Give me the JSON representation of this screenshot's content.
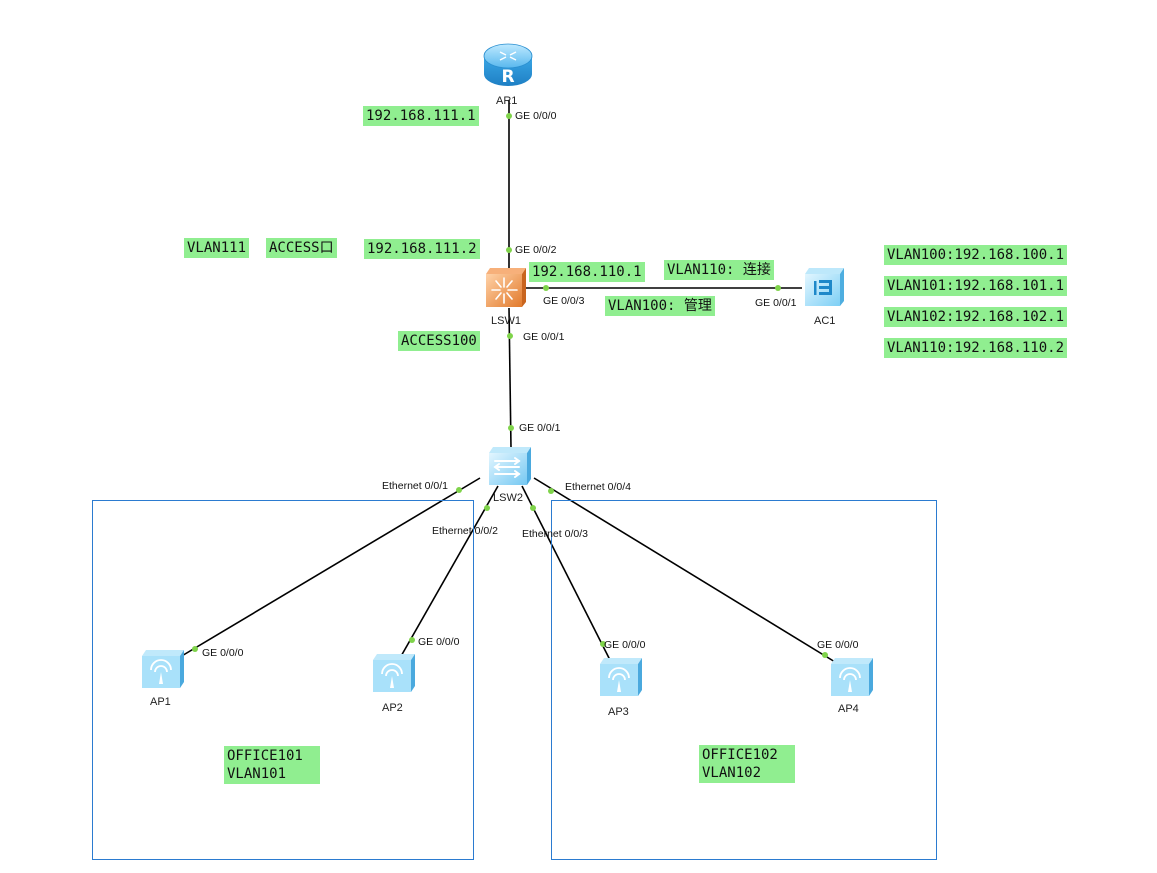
{
  "devices": {
    "ar1": "AR1",
    "lsw1": "LSW1",
    "ac1": "AC1",
    "lsw2": "LSW2",
    "ap1": "AP1",
    "ap2": "AP2",
    "ap3": "AP3",
    "ap4": "AP4"
  },
  "ports": {
    "ar1_ge000": "GE 0/0/0",
    "lsw1_ge002": "GE 0/0/2",
    "lsw1_ge003": "GE 0/0/3",
    "ac1_ge001": "GE 0/0/1",
    "lsw1_ge001": "GE 0/0/1",
    "lsw2_ge001": "GE 0/0/1",
    "lsw2_eth1": "Ethernet 0/0/1",
    "lsw2_eth2": "Ethernet 0/0/2",
    "lsw2_eth3": "Ethernet 0/0/3",
    "lsw2_eth4": "Ethernet 0/0/4",
    "ap1_ge": "GE 0/0/0",
    "ap2_ge": "GE 0/0/0",
    "ap3_ge": "GE 0/0/0",
    "ap4_ge": "GE 0/0/0"
  },
  "annotations": {
    "ar1_ip": "192.168.111.1",
    "lsw1_uplink_ip": "192.168.111.2",
    "vlan111": "VLAN111",
    "access_port": "ACCESS口",
    "lsw1_ac_ip": "192.168.110.1",
    "vlan110_link": "VLAN110: 连接",
    "vlan100_mgmt": "VLAN100: 管理",
    "access100": "ACCESS100",
    "gw_vlan100": "VLAN100:192.168.100.1",
    "gw_vlan101": "VLAN101:192.168.101.1",
    "gw_vlan102": "VLAN102:192.168.102.1",
    "gw_vlan110": "VLAN110:192.168.110.2",
    "office101": "OFFICE101\nVLAN101",
    "office102": "OFFICE102\nVLAN102"
  },
  "colors": {
    "label_bg": "#90ee90",
    "zone_border": "#2b7bd0",
    "port_dot": "#7fd34a",
    "router_blue": "#3aa7e6",
    "lsw1_orange": "#f2a25e",
    "device_blue": "#7dcff5"
  }
}
